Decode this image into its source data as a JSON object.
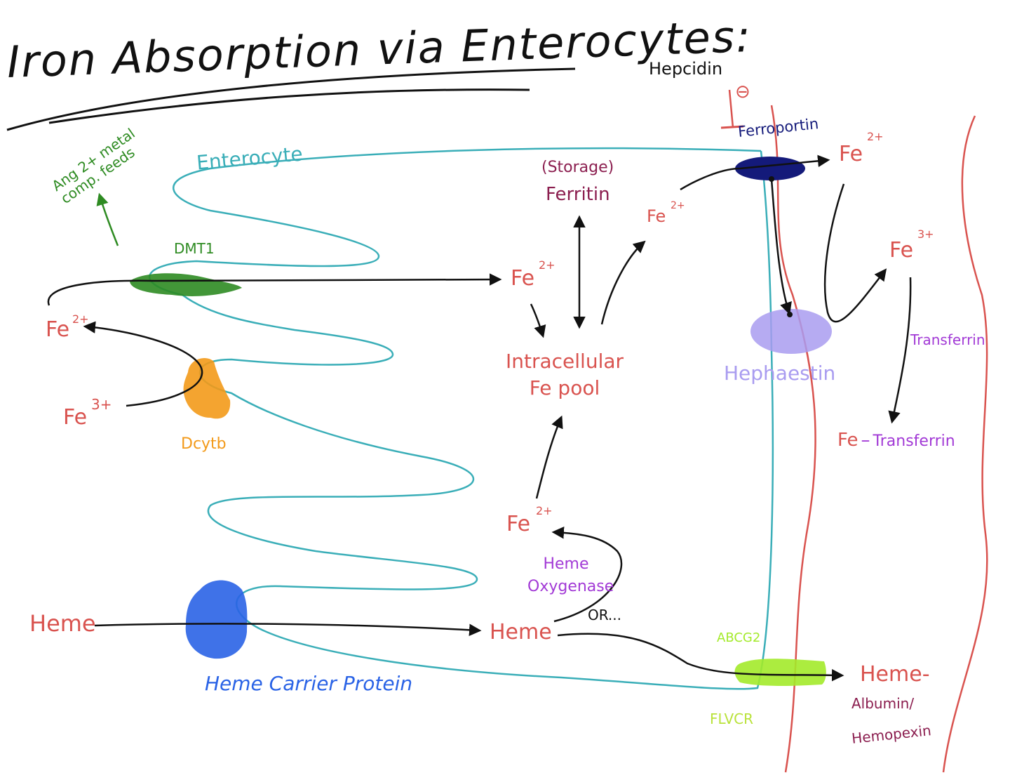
{
  "title": "Iron Absorption via Enterocytes:",
  "labels": {
    "hepcidin": "Hepcidin",
    "hepcidin_inhibit": "⊖",
    "ferroportin": "Ferroportin",
    "enterocyte": "Enterocyte",
    "ang_note": "Ang 2+ metal comp. feeds",
    "storage": "(Storage)",
    "ferritin": "Ferritin",
    "dmt1": "DMT1",
    "dcytb": "Dcytb",
    "intracellular_pool": "Intracellular Fe pool",
    "heme_oxygenase": "Heme Oxygenase",
    "or": "OR...",
    "heme_left": "Heme",
    "heme_mid": "Heme",
    "heme_carrier": "Heme Carrier Protein",
    "hephaestin": "Hephaestin",
    "transferrin": "Transferrin",
    "fe_transferrin_fe": "Fe",
    "fe_transferrin_tf": "Transferrin",
    "abcg2": "ABCG2",
    "flvcr": "FLVCR",
    "heme_albumin_1": "Heme-",
    "heme_albumin_2": "Albumin/",
    "heme_albumin_3": "Hemopexin"
  },
  "ions": {
    "fe2_lumen": {
      "el": "Fe",
      "charge": "2+"
    },
    "fe3_lumen": {
      "el": "Fe",
      "charge": "3+"
    },
    "fe2_dmt1": {
      "el": "Fe",
      "charge": "2+"
    },
    "fe2_heme": {
      "el": "Fe",
      "charge": "2+"
    },
    "fe2_to_fpn": {
      "el": "Fe",
      "charge": "2+"
    },
    "fe2_blood": {
      "el": "Fe",
      "charge": "2+"
    },
    "fe3_blood": {
      "el": "Fe",
      "charge": "3+"
    }
  },
  "colors": {
    "ink": "#111111",
    "fe": "#d9534f",
    "enterocyte": "#3aaeb8",
    "dmt1": "#2e8b22",
    "dcytb": "#f39a1a",
    "heme_carrier": "#2a63e6",
    "ferroportin": "#141a7a",
    "hephaestin": "#a99cf0",
    "abcg2": "#a3ea2a",
    "flvcr": "#b9e23a",
    "ferritin": "#8b1e4f",
    "transferrin": "#a23ad6",
    "heme_oxygenase": "#a23ad6",
    "vessel": "#d9534f",
    "note": "#2e8b22"
  }
}
